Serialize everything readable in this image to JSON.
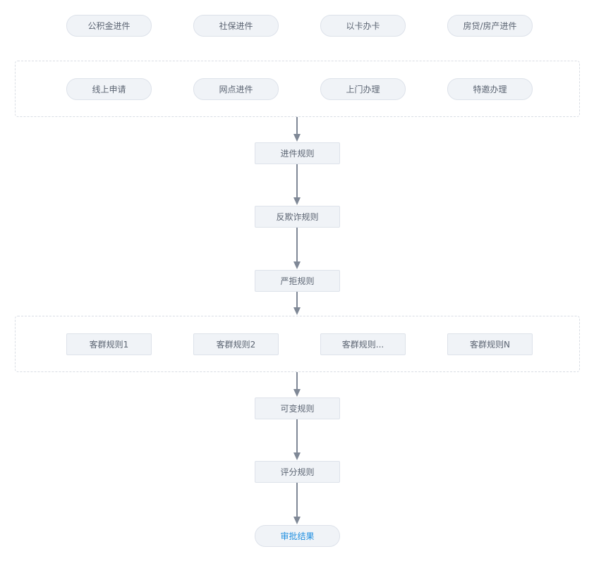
{
  "channels": [
    "公积金进件",
    "社保进件",
    "以卡办卡",
    "房贷/房产进件"
  ],
  "methods": [
    "线上申请",
    "网点进件",
    "上门办理",
    "特邀办理"
  ],
  "steps": {
    "entry": "进件规则",
    "anti_fraud": "反欺诈规则",
    "strict_reject": "严拒规则",
    "variable": "可变规则",
    "scoring": "评分规则"
  },
  "segments": [
    "客群规则1",
    "客群规则2",
    "客群规则...",
    "客群规则N"
  ],
  "result": "审批结果",
  "colors": {
    "arrow": "#7f8896",
    "node_bg": "#f0f3f7",
    "result_text": "#1f8fe0"
  }
}
